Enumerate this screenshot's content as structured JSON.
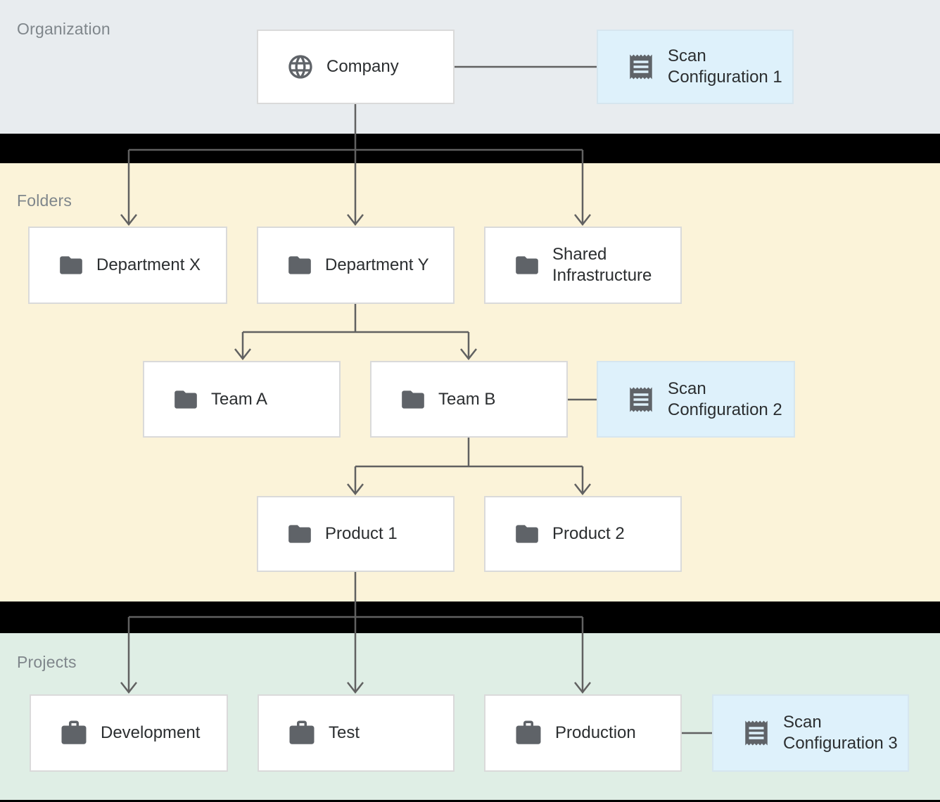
{
  "sections": {
    "organization": {
      "label": "Organization"
    },
    "folders": {
      "label": "Folders"
    },
    "projects": {
      "label": "Projects"
    }
  },
  "nodes": {
    "company": {
      "label": "Company",
      "icon": "globe-icon"
    },
    "scan1": {
      "label": "Scan Configuration 1",
      "icon": "receipt-icon"
    },
    "dept_x": {
      "label": "Department X",
      "icon": "folder-icon"
    },
    "dept_y": {
      "label": "Department Y",
      "icon": "folder-icon"
    },
    "shared_infrastructure": {
      "label": "Shared Infrastructure",
      "icon": "folder-icon"
    },
    "team_a": {
      "label": "Team A",
      "icon": "folder-icon"
    },
    "team_b": {
      "label": "Team B",
      "icon": "folder-icon"
    },
    "scan2": {
      "label": "Scan Configuration 2",
      "icon": "receipt-icon"
    },
    "product_1": {
      "label": "Product 1",
      "icon": "folder-icon"
    },
    "product_2": {
      "label": "Product 2",
      "icon": "folder-icon"
    },
    "development": {
      "label": "Development",
      "icon": "briefcase-icon"
    },
    "test": {
      "label": "Test",
      "icon": "briefcase-icon"
    },
    "production": {
      "label": "Production",
      "icon": "briefcase-icon"
    },
    "scan3": {
      "label": "Scan Configuration 3",
      "icon": "receipt-icon"
    }
  },
  "edges": [
    {
      "from": "Company",
      "to": "Department X",
      "type": "hierarchy"
    },
    {
      "from": "Company",
      "to": "Department Y",
      "type": "hierarchy"
    },
    {
      "from": "Company",
      "to": "Shared Infrastructure",
      "type": "hierarchy"
    },
    {
      "from": "Department Y",
      "to": "Team A",
      "type": "hierarchy"
    },
    {
      "from": "Department Y",
      "to": "Team B",
      "type": "hierarchy"
    },
    {
      "from": "Team B",
      "to": "Product 1",
      "type": "hierarchy"
    },
    {
      "from": "Team B",
      "to": "Product 2",
      "type": "hierarchy"
    },
    {
      "from": "Product 1",
      "to": "Development",
      "type": "hierarchy"
    },
    {
      "from": "Product 1",
      "to": "Test",
      "type": "hierarchy"
    },
    {
      "from": "Product 1",
      "to": "Production",
      "type": "hierarchy"
    },
    {
      "from": "Company",
      "to": "Scan Configuration 1",
      "type": "association"
    },
    {
      "from": "Team B",
      "to": "Scan Configuration 2",
      "type": "association"
    },
    {
      "from": "Production",
      "to": "Scan Configuration 3",
      "type": "association"
    }
  ],
  "colors": {
    "organization_band": "#e8ecef",
    "folders_band": "#fbf3d9",
    "projects_band": "#dfeee5",
    "scan_config_fill": "#def1fb",
    "node_fill": "#ffffff",
    "node_border": "#dadada",
    "icon_color": "#5f6368",
    "connector_color": "#616161",
    "section_label_color": "#7f868b",
    "node_text_color": "#2b2e30"
  }
}
